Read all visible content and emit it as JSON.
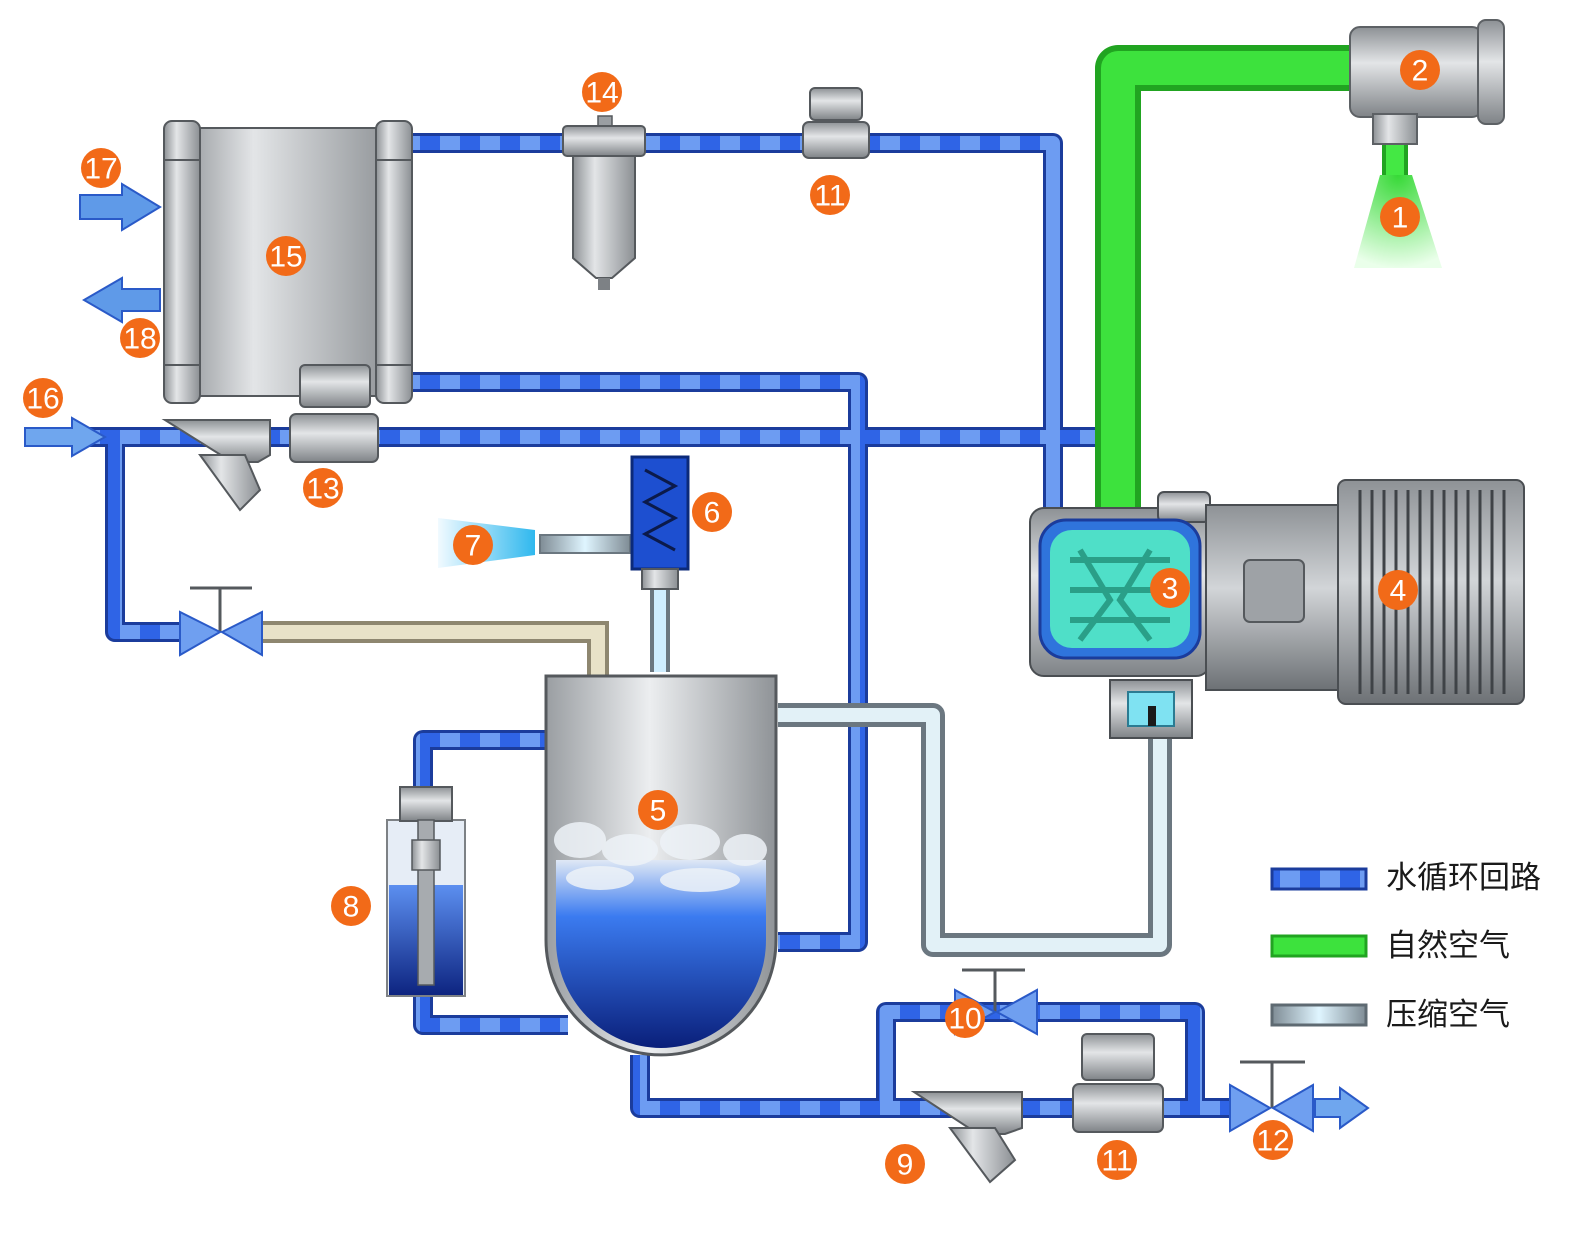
{
  "colors": {
    "water_loop": "#2f64e6",
    "natural_air": "#3de23d",
    "compressed_air": "#a9bcc6",
    "badge": "#f26a18",
    "badge_text": "#ffffff",
    "component_metal": "#b9bcc0"
  },
  "labels": {
    "n1": "1",
    "n2": "2",
    "n3": "3",
    "n4": "4",
    "n5": "5",
    "n6": "6",
    "n7": "7",
    "n8": "8",
    "n9": "9",
    "n10": "10",
    "n11a": "11",
    "n11b": "11",
    "n12": "12",
    "n13": "13",
    "n14": "14",
    "n15": "15",
    "n16": "16",
    "n17": "17",
    "n18": "18"
  },
  "legend": {
    "water_loop": "水循环回路",
    "natural_air": "自然空气",
    "compressed_air": "压缩空气"
  }
}
